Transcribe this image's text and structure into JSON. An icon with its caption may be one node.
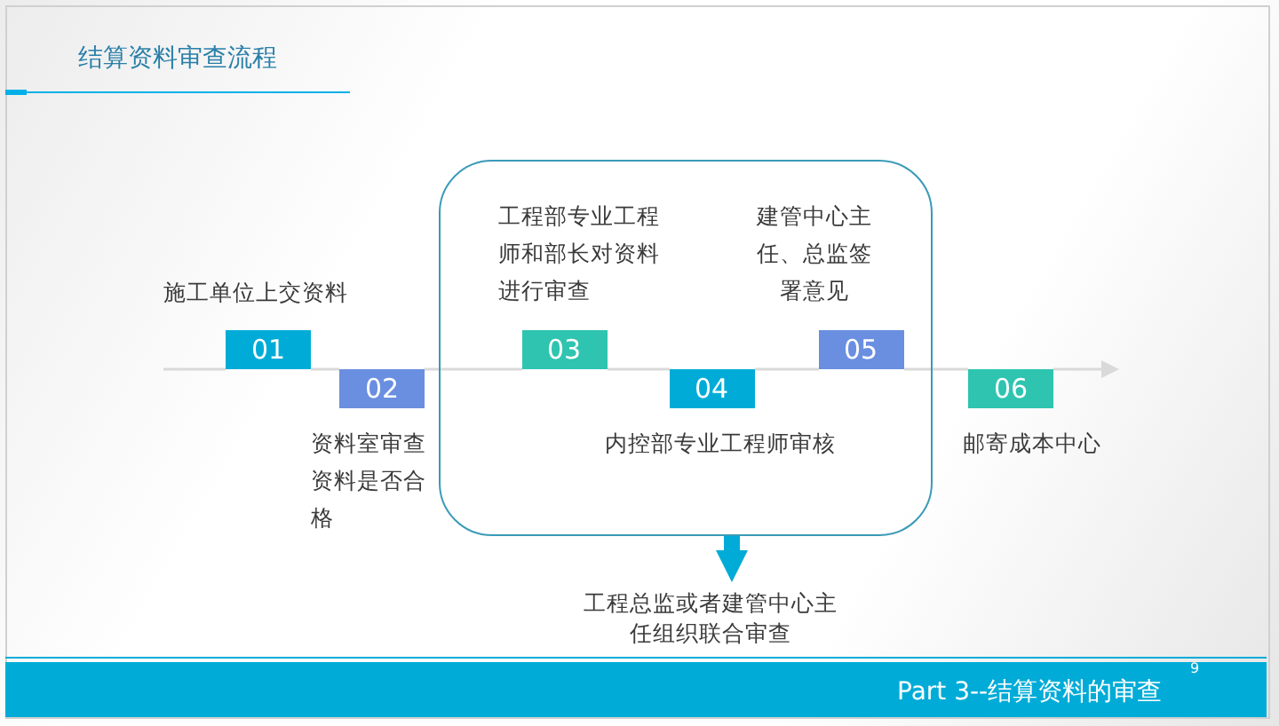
{
  "diagram": {
    "title": "结算资料审查流程",
    "nodes": [
      {
        "text": [
          "01"
        ],
        "beside": [
          "施工单位上交资料"
        ]
      },
      {
        "text": [
          "02"
        ],
        "beside": [
          "资料室审查资料是否合格"
        ]
      },
      {
        "text": [],
        "shape": "box"
      },
      {
        "text": [
          "03"
        ],
        "beside": [
          "工程部专业工程师和部长对资料进行审查"
        ],
        "in": 2
      },
      {
        "text": [
          "04"
        ],
        "beside": [
          "内控部专业工程师审核"
        ],
        "in": 2
      },
      {
        "text": [
          "05"
        ],
        "beside": [
          "建管中心主任、总监签署意见"
        ],
        "in": 2
      },
      {
        "text": [
          "06"
        ],
        "beside": [
          "邮寄成本中心"
        ]
      },
      {
        "text": [
          "工程总监或者建管中心主任组织联合审查"
        ]
      }
    ],
    "edges": [
      {
        "from": null,
        "to": 0,
        "arrow": "none"
      },
      {
        "from": 0,
        "to": 1,
        "arrow": "none"
      },
      {
        "from": 1,
        "to": 3,
        "arrow": "none"
      },
      {
        "from": 3,
        "to": 4,
        "arrow": "none"
      },
      {
        "from": 4,
        "to": 5,
        "arrow": "none"
      },
      {
        "from": 5,
        "to": 6,
        "arrow": "none"
      },
      {
        "from": 6,
        "to": null,
        "arrow": "to"
      },
      {
        "from": 2,
        "to": 7,
        "arrow": "to",
        "style": "thick",
        "color": "#00acd7"
      }
    ],
    "labels": [
      "Part 3--结算资料的审查",
      "9"
    ]
  }
}
